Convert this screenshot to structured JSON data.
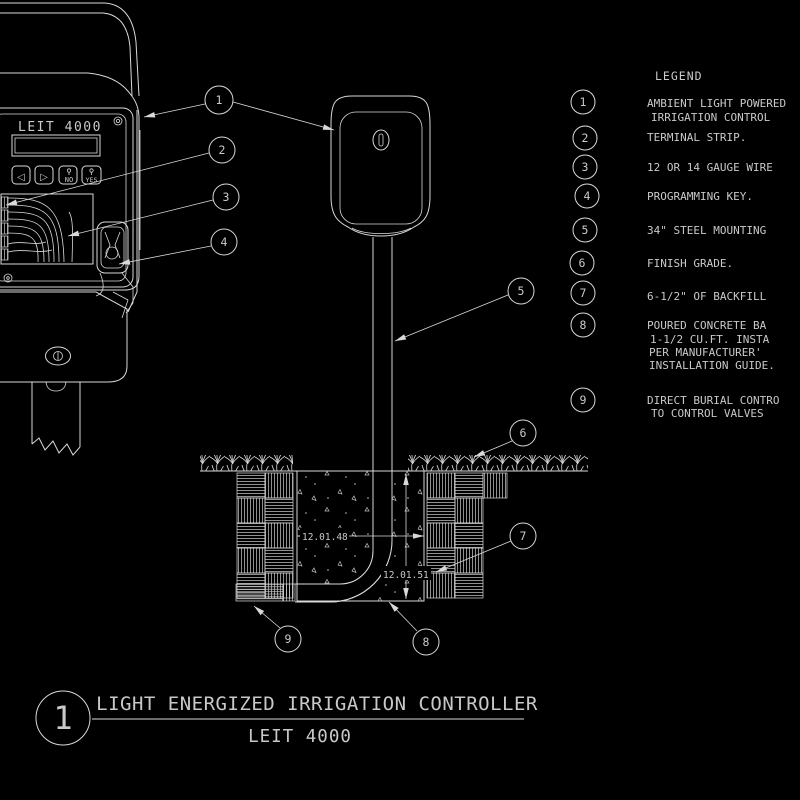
{
  "legend": {
    "title": "LEGEND",
    "items": [
      {
        "num": "1",
        "lines": [
          "AMBIENT LIGHT POWERED",
          "IRRIGATION  CONTROL"
        ]
      },
      {
        "num": "2",
        "lines": [
          "TERMINAL STRIP."
        ]
      },
      {
        "num": "3",
        "lines": [
          "12 OR 14 GAUGE WIRE"
        ]
      },
      {
        "num": "4",
        "lines": [
          "PROGRAMMING KEY."
        ]
      },
      {
        "num": "5",
        "lines": [
          "34\"  STEEL MOUNTING"
        ]
      },
      {
        "num": "6",
        "lines": [
          "FINISH GRADE."
        ]
      },
      {
        "num": "7",
        "lines": [
          "6-1/2\"  OF BACKFILL"
        ]
      },
      {
        "num": "8",
        "lines": [
          "POURED CONCRETE BA",
          "1-1/2 CU.FT.  INSTA",
          "PER MANUFACTURER'",
          "INSTALLATION GUIDE."
        ]
      },
      {
        "num": "9",
        "lines": [
          "DIRECT BURIAL CONTRO",
          "TO CONTROL VALVES"
        ]
      }
    ]
  },
  "callouts": [
    "1",
    "2",
    "3",
    "4",
    "5",
    "6",
    "7",
    "8",
    "9"
  ],
  "device": {
    "model": "LEIT 4000",
    "buttons": {
      "left": "◁",
      "right": "▷",
      "no": "NO",
      "yes": "YES"
    }
  },
  "dimensions": {
    "width": "12.01.48",
    "depth": "12.01.51"
  },
  "title_block": {
    "detail_number": "1",
    "title": "LIGHT ENERGIZED IRRIGATION CONTROLLER",
    "subtitle": "LEIT 4000"
  },
  "colors": {
    "background": "#000000",
    "line": "#d9d9d9",
    "text": "#c9c9c9"
  }
}
